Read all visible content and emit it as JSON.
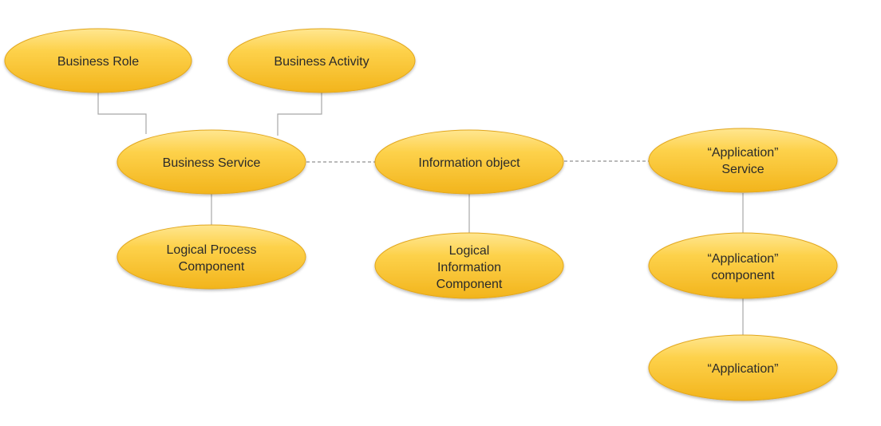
{
  "colors": {
    "fill_top": "#ffe27a",
    "fill_bottom": "#f3b51c",
    "stroke": "#e3a71c"
  },
  "nodes": {
    "business_role": [
      "Business Role"
    ],
    "business_activity": [
      "Business Activity"
    ],
    "business_service": [
      "Business Service"
    ],
    "information_object": [
      "Information object"
    ],
    "application_service": [
      "“Application”",
      "Service"
    ],
    "logical_process_component": [
      "Logical Process",
      "Component"
    ],
    "logical_information_component": [
      "Logical",
      "Information",
      "Component"
    ],
    "application_component": [
      "“Application”",
      "component"
    ],
    "application": [
      "“Application”"
    ]
  }
}
